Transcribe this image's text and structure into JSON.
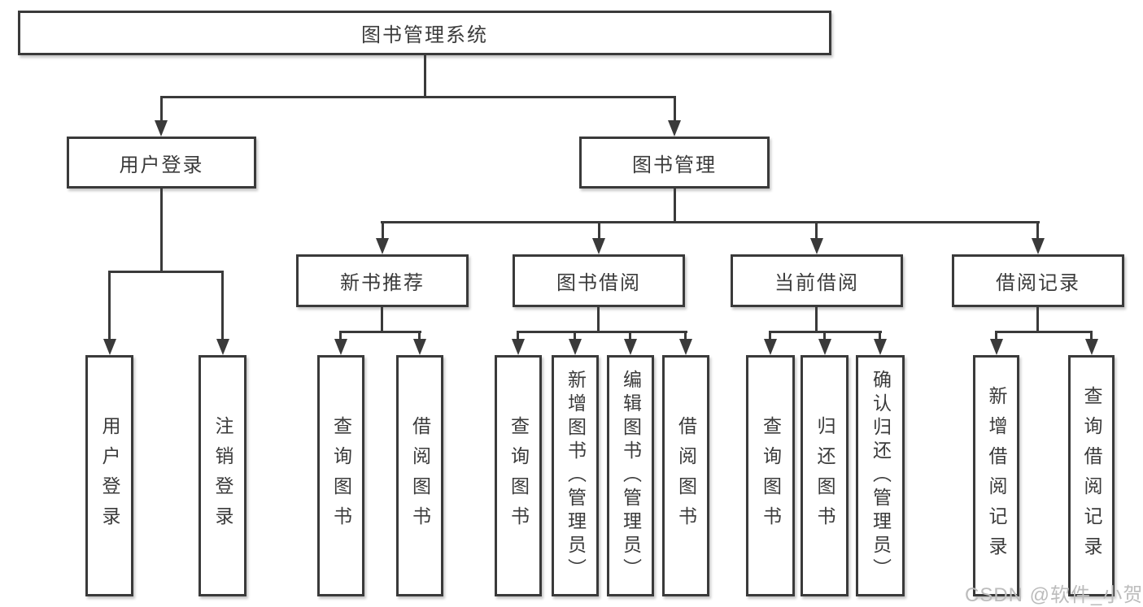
{
  "tree": {
    "root": {
      "label": "图书管理系统"
    },
    "branches": [
      {
        "label": "用户登录",
        "leaves": [
          {
            "label": "用户登录"
          },
          {
            "label": "注销登录"
          }
        ]
      },
      {
        "label": "图书管理",
        "groups": [
          {
            "label": "新书推荐",
            "leaves": [
              {
                "label": "查询图书"
              },
              {
                "label": "借阅图书"
              }
            ]
          },
          {
            "label": "图书借阅",
            "leaves": [
              {
                "label": "查询图书"
              },
              {
                "label": "新增图书（管理员）"
              },
              {
                "label": "编辑图书（管理员）"
              },
              {
                "label": "借阅图书"
              }
            ]
          },
          {
            "label": "当前借阅",
            "leaves": [
              {
                "label": "查询图书"
              },
              {
                "label": "归还图书"
              },
              {
                "label": "确认归还（管理员）"
              }
            ]
          },
          {
            "label": "借阅记录",
            "leaves": [
              {
                "label": "新增借阅记录"
              },
              {
                "label": "查询借阅记录"
              }
            ]
          }
        ]
      }
    ]
  },
  "watermark": {
    "text": "CSDN @软件_小贺同学"
  },
  "colors": {
    "line": "#3a3a3a",
    "box_border": "#3a3a3a",
    "text": "#3b3b3b",
    "watermark": "#bcbcbc",
    "background": "#ffffff"
  }
}
